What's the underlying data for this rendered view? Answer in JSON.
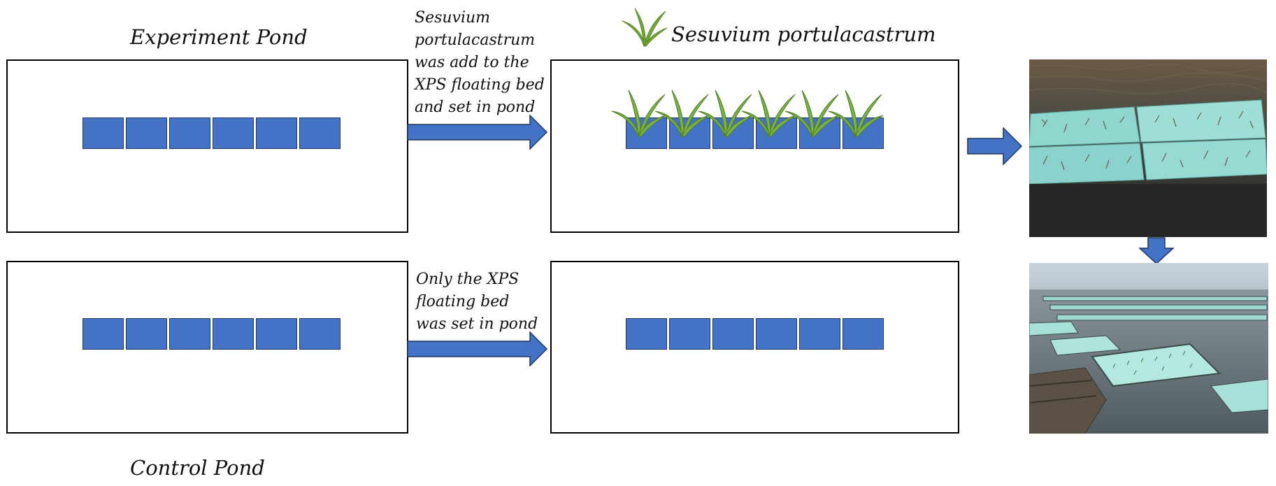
{
  "labels": {
    "experiment_pond": "Experiment Pond",
    "control_pond": "Control Pond",
    "plant_name": "Sesuvium portulacastrum",
    "experiment_note": "Sesuvium\nportulacastrum\nwas add to the\nXPS floating bed\nand set in pond",
    "control_note": "Only the XPS\nfloating bed\nwas set in pond"
  },
  "colors": {
    "bed_fill": "#4472c4",
    "bed_border": "#1f3864",
    "arrow": "#4472c4",
    "plant": "#5a8a2a"
  },
  "icons": [
    "plant-icon",
    "arrow-right-icon",
    "arrow-down-icon"
  ],
  "photos": [
    "floating-bed-closeup-photo",
    "pond-overview-photo"
  ]
}
